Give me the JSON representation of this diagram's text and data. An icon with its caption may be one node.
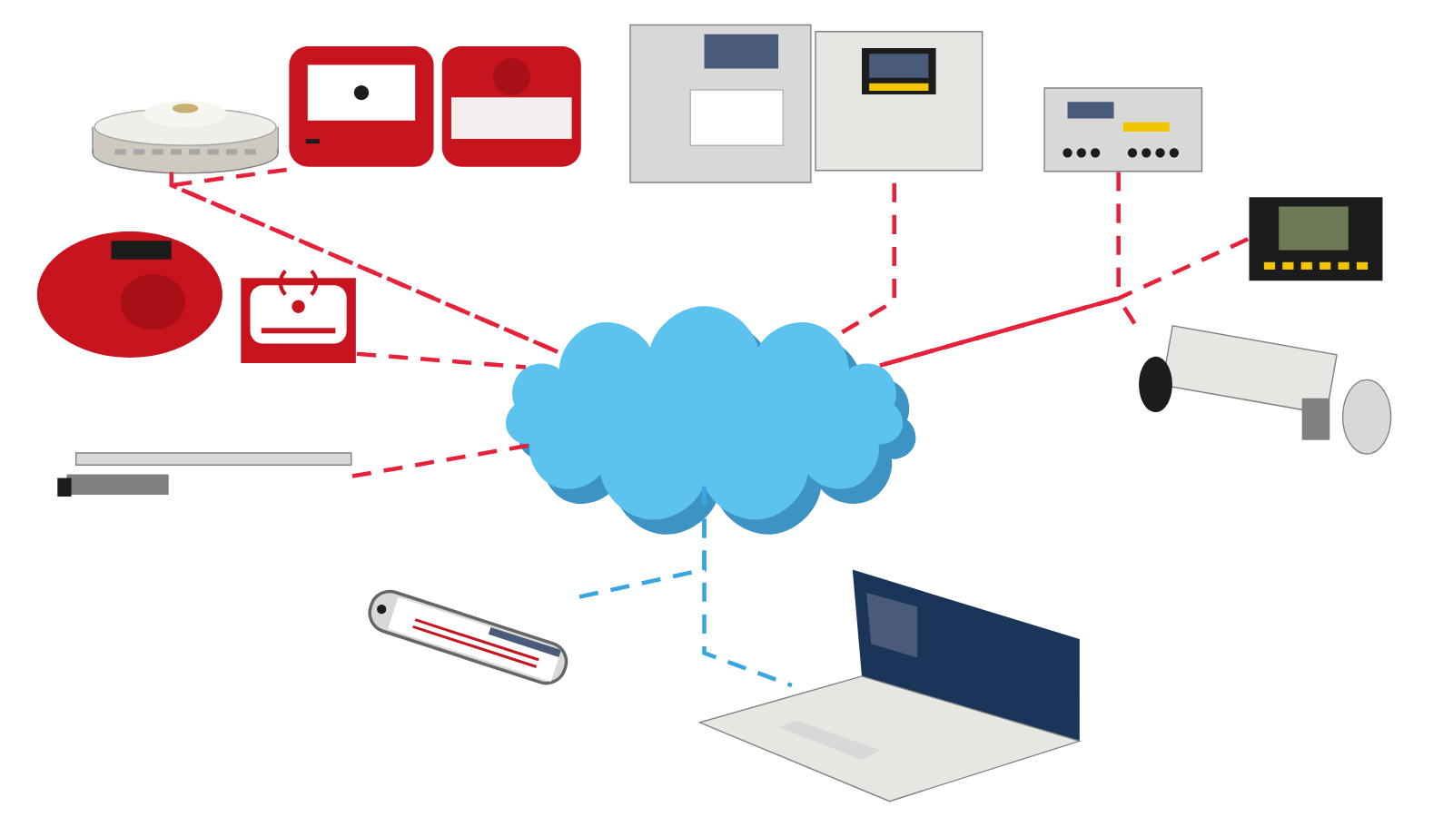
{
  "diagram": {
    "nodes": [
      {
        "text": [],
        "shape": "picture"
      },
      {
        "text": [],
        "shape": "picture"
      },
      {
        "text": [],
        "shape": "picture"
      },
      {
        "text": [],
        "shape": "picture"
      },
      {
        "text": [],
        "shape": "picture"
      },
      {
        "text": [],
        "shape": "picture"
      },
      {
        "text": [],
        "shape": "picture"
      },
      {
        "text": [],
        "shape": "picture"
      },
      {
        "text": [],
        "shape": "picture"
      },
      {
        "text": [],
        "shape": "picture"
      },
      {
        "text": [],
        "shape": "cloud"
      },
      {
        "text": [],
        "shape": "picture"
      },
      {
        "text": [],
        "shape": "picture"
      }
    ],
    "edges": [
      {
        "from": 0,
        "to": 10,
        "arrow": "none",
        "style": "dashed"
      },
      {
        "from": 1,
        "to": 10,
        "arrow": "none",
        "style": "dashed"
      },
      {
        "from": 3,
        "to": 10,
        "arrow": "none",
        "style": "dashed"
      },
      {
        "from": 4,
        "to": 10,
        "arrow": "none",
        "style": "dashed"
      },
      {
        "from": 5,
        "to": 10,
        "arrow": "none",
        "style": "dashed"
      },
      {
        "from": 6,
        "to": 10,
        "arrow": "none",
        "style": "dashed"
      },
      {
        "from": 8,
        "to": 10,
        "arrow": "none",
        "style": "dashed"
      },
      {
        "from": 9,
        "to": 10,
        "arrow": "none",
        "style": "dashed"
      },
      {
        "from": 10,
        "to": 11,
        "arrow": "none",
        "style": "dashed",
        "color": "#3aa6e0"
      },
      {
        "from": 10,
        "to": 12,
        "arrow": "none",
        "style": "dashed",
        "color": "#3aa6e0"
      }
    ]
  }
}
